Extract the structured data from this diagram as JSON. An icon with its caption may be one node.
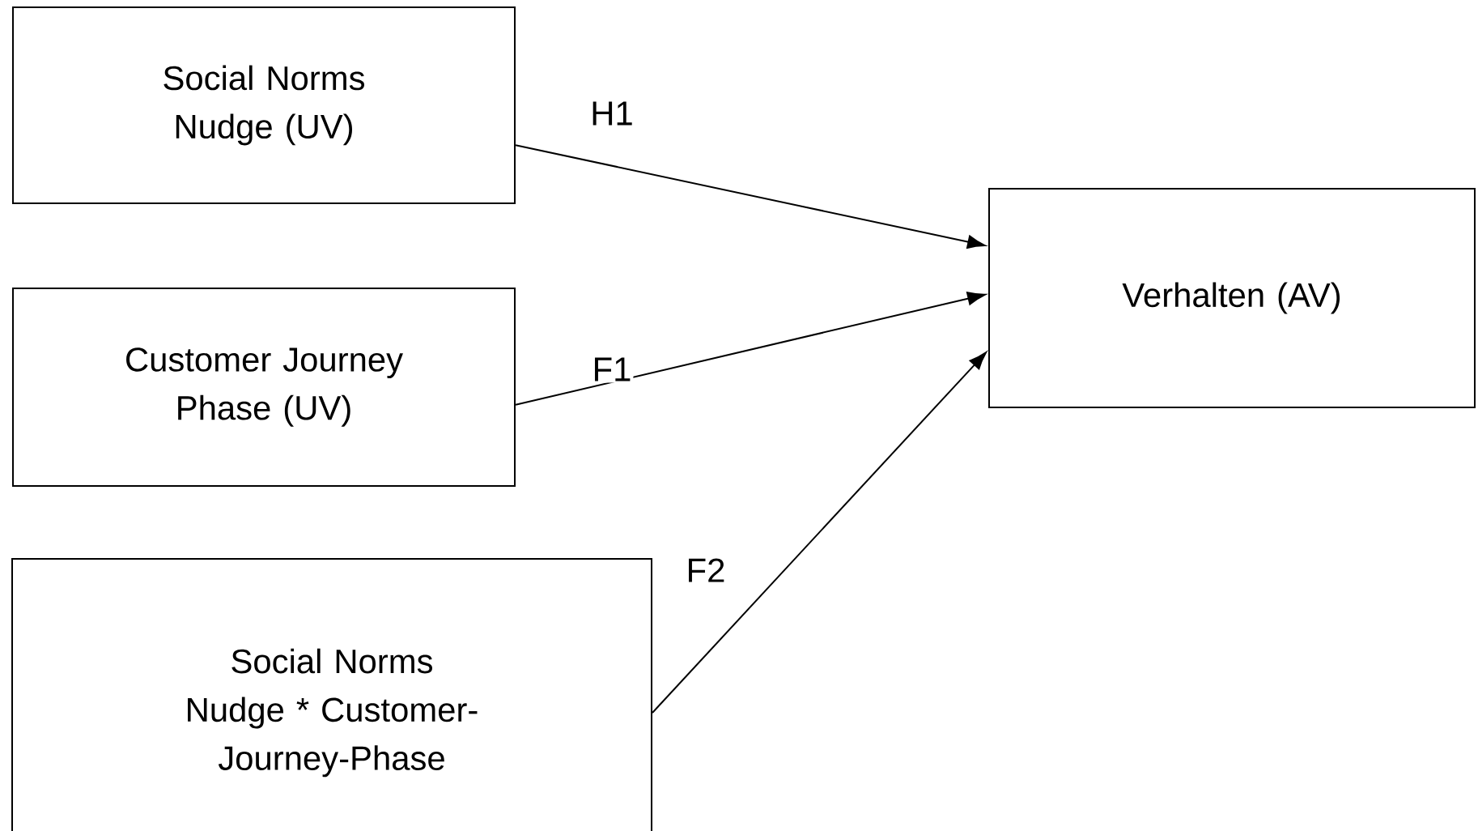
{
  "diagram": {
    "nodes": [
      {
        "text": [
          "Social Norms Nudge (UV)"
        ]
      },
      {
        "text": [
          "Customer Journey Phase (UV)"
        ]
      },
      {
        "text": [
          "Social Norms Nudge * Customer-Journey-Phase"
        ]
      },
      {
        "text": [
          "Verhalten (AV)"
        ]
      }
    ],
    "edges": [
      {
        "from": 0,
        "to": 3,
        "arrow": "to",
        "label": "H1"
      },
      {
        "from": 1,
        "to": 3,
        "arrow": "to",
        "label": "F1"
      },
      {
        "from": 2,
        "to": 3,
        "arrow": "to",
        "label": "F2"
      }
    ]
  }
}
